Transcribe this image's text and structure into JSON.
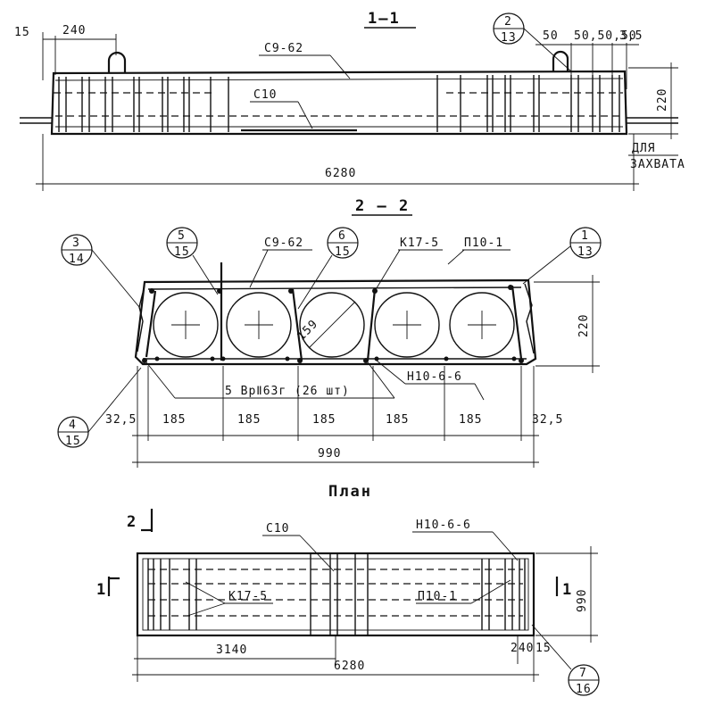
{
  "section_1": {
    "title": "1–1",
    "dims": {
      "d15": "15",
      "d240": "240",
      "d50": "50",
      "d50_5": "50,50,50",
      "d3_5": "3,5",
      "d220": "220",
      "d6280": "6280"
    },
    "labels": {
      "c9_62": "С9-62",
      "c10": "С10",
      "dlya": "ДЛЯ",
      "zahvata": "ЗАХВАТА"
    },
    "callout": {
      "top": "2",
      "bottom": "13"
    }
  },
  "section_2": {
    "title": "2 – 2",
    "labels": {
      "c9_62": "С9-62",
      "k17_5": "К17-5",
      "p10_1": "П10-1",
      "d159": "159",
      "n10_6_6": "Н10-6-6",
      "rebar": "5 ВрⅡ63г (26 шт)"
    },
    "dims": {
      "d220": "220",
      "d32_5_left": "32,5",
      "d185": "185",
      "d32_5_right": "32,5",
      "d990": "990"
    },
    "callouts": [
      {
        "top": "3",
        "bottom": "14"
      },
      {
        "top": "5",
        "bottom": "15"
      },
      {
        "top": "6",
        "bottom": "15"
      },
      {
        "top": "1",
        "bottom": "13"
      },
      {
        "top": "4",
        "bottom": "15"
      }
    ]
  },
  "plan": {
    "title": "План",
    "labels": {
      "c10": "С10",
      "n10_6_6": "Н10-6-6",
      "k17_5": "К17-5",
      "p10_1": "П10-1",
      "mark2": "2",
      "mark1_left": "1",
      "mark1_right": "1"
    },
    "dims": {
      "d990": "990",
      "d3140": "3140",
      "d6280": "6280",
      "d240": "240",
      "d15": "15"
    },
    "callout": {
      "top": "7",
      "bottom": "16"
    }
  }
}
